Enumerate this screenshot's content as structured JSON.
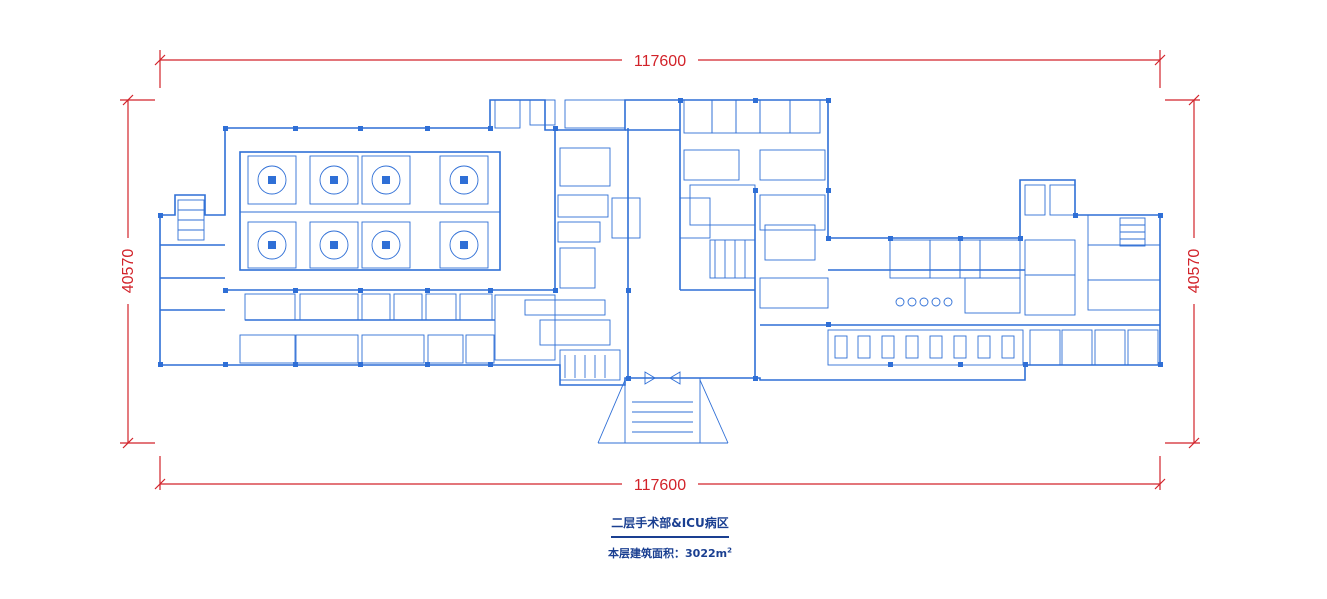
{
  "dimensions": {
    "top_width": "117600",
    "bottom_width": "117600",
    "left_height": "40570",
    "right_height": "40570"
  },
  "caption": {
    "title": "二层手术部&ICU病区",
    "area_label": "本层建筑面积：3022",
    "area_unit": "m",
    "area_unit_sup": "2"
  },
  "colors": {
    "dimension": "#d2232a",
    "plan_lines": "#2f6fd6",
    "caption": "#1a3f91"
  }
}
